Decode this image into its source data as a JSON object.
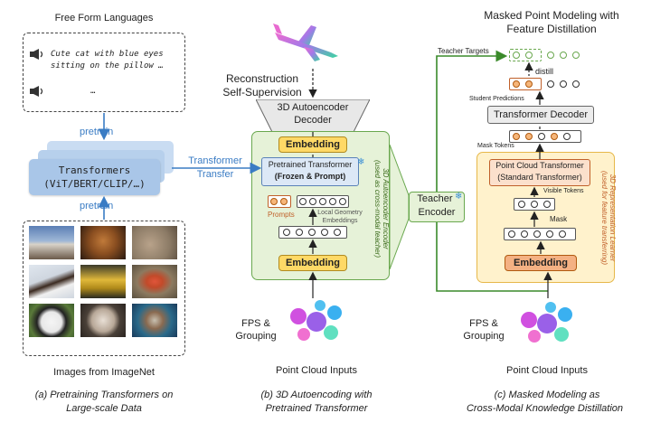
{
  "panel_a": {
    "header": "Free Form Languages",
    "text1_line1": "Cute cat with blue eyes",
    "text1_line2": "sitting on the pillow …",
    "text2": "…",
    "pretrain_top": "pretrain",
    "transformers_line1": "Transformers",
    "transformers_line2": "(ViT/BERT/CLIP/…)",
    "pretrain_bottom": "pretrain",
    "images_label": "Images from ImageNet",
    "caption_line1": "(a)   Pretraining Transformers on",
    "caption_line2": "Large-scale Data"
  },
  "arrow_transfer": {
    "line1": "Transformer",
    "line2": "Transfer"
  },
  "panel_b": {
    "recon_line1": "Reconstruction",
    "recon_line2": "Self-Supervision",
    "decoder_line1": "3D Autoencoder",
    "decoder_line2": "Decoder",
    "embedding_top": "Embedding",
    "pretrained_line1": "Pretrained Transformer",
    "pretrained_line2": "(Frozen & Prompt)",
    "prompts": "Prompts",
    "local_geo_line1": "Local Geometry",
    "local_geo_line2": "Embeddings",
    "embedding_bottom": "Embedding",
    "side_line1": "3D Autoencoder Encoder",
    "side_line2": "(used as cross-modal teacher)",
    "fps_line1": "FPS &",
    "fps_line2": "Grouping",
    "inputs": "Point Cloud Inputs",
    "caption_line1": "(b)    3D Autoencoding with",
    "caption_line2": "Pretrained Transformer"
  },
  "teacher": {
    "line1": "Teacher",
    "line2": "Encoder"
  },
  "panel_c": {
    "title_line1": "Masked Point Modeling with",
    "title_line2": "Feature Distillation",
    "teacher_targets": "Teacher Targets",
    "distill": "distill",
    "student_predictions": "Student Predictions",
    "transformer_decoder": "Transformer Decoder",
    "mask_tokens": "Mask Tokens",
    "pct_line1": "Point Cloud Transformer",
    "pct_line2": "(Standard Transformer)",
    "visible_tokens": "Visible Tokens",
    "mask": "Mask",
    "embedding": "Embedding",
    "side_line1": "3D Representation Learner",
    "side_line2": "(used for feature transferring)",
    "fps_line1": "FPS &",
    "fps_line2": "Grouping",
    "inputs": "Point Cloud Inputs",
    "caption_line1": "(c)    Masked Modeling as",
    "caption_line2": "Cross-Modal Knowledge Distillation"
  },
  "colors": {
    "blue_arrow": "#3a7cc4",
    "green_panel": "#e6f2d8",
    "green_border": "#6aa84f",
    "yellow_panel": "#fff2cc",
    "yellow_border": "#e6b84a",
    "embedding_fill": "#f4b183",
    "embedding_yellow": "#ffd966",
    "snowflake": "#3a8fd6"
  },
  "icons": [
    "speaker-icon",
    "snowflake-icon",
    "airplane-image",
    "point-cloud-image"
  ]
}
